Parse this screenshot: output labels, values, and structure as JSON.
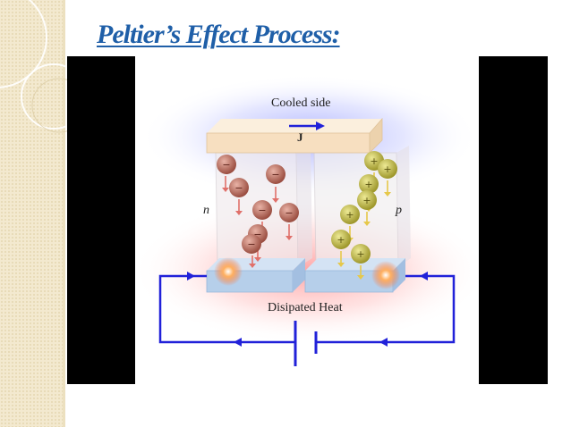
{
  "slide": {
    "title": "Peltier’s Effect Process:"
  },
  "diagram": {
    "cooled_label": "Cooled side",
    "current_label": "J",
    "n_label": "n",
    "p_label": "p",
    "heat_label": "Disipated Heat",
    "electron_sign": "−",
    "hole_sign": "+"
  },
  "colors": {
    "title": "#1f5fa8",
    "circuit": "#2121d9",
    "electron": "#a8584a",
    "hole": "#b3ad3a",
    "electron_arrow": "#e0706a",
    "hole_arrow": "#e6c84a",
    "top_plate": "#f7dfc0",
    "bottom_plate": "#b6cfea"
  }
}
